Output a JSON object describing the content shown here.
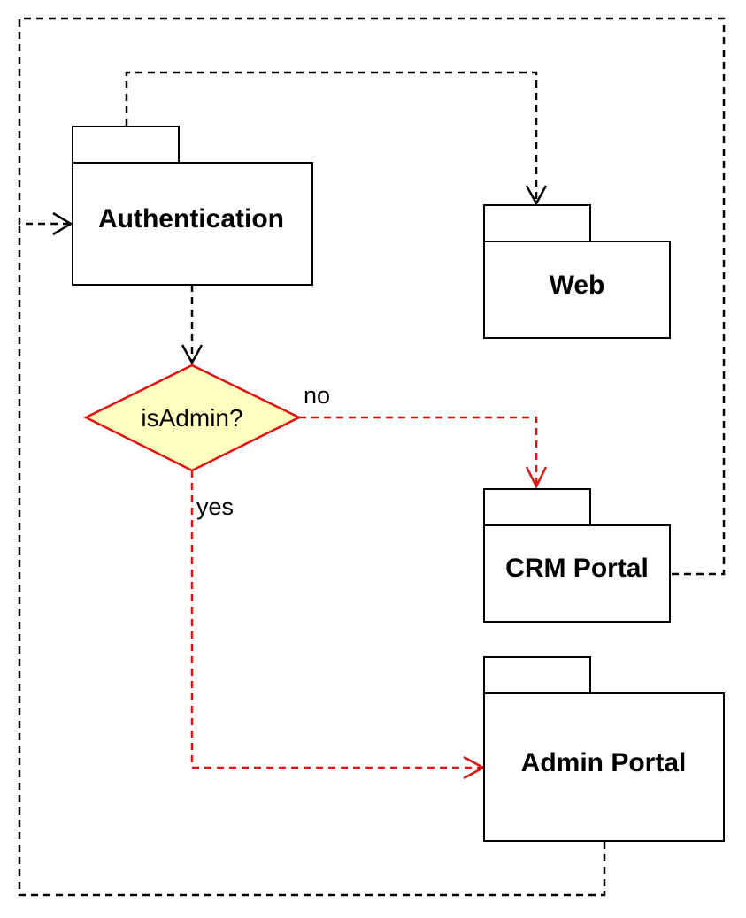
{
  "packages": {
    "authentication": {
      "label": "Authentication"
    },
    "web": {
      "label": "Web"
    },
    "crm_portal": {
      "label": "CRM Portal"
    },
    "admin_portal": {
      "label": "Admin Portal"
    }
  },
  "decision": {
    "label": "isAdmin?",
    "fill_color": "#ffffc0",
    "stroke_color": "#e01010"
  },
  "edge_labels": {
    "no": "no",
    "yes": "yes"
  },
  "colors": {
    "default_edge": "#000000",
    "decision_edge": "#e01010"
  }
}
